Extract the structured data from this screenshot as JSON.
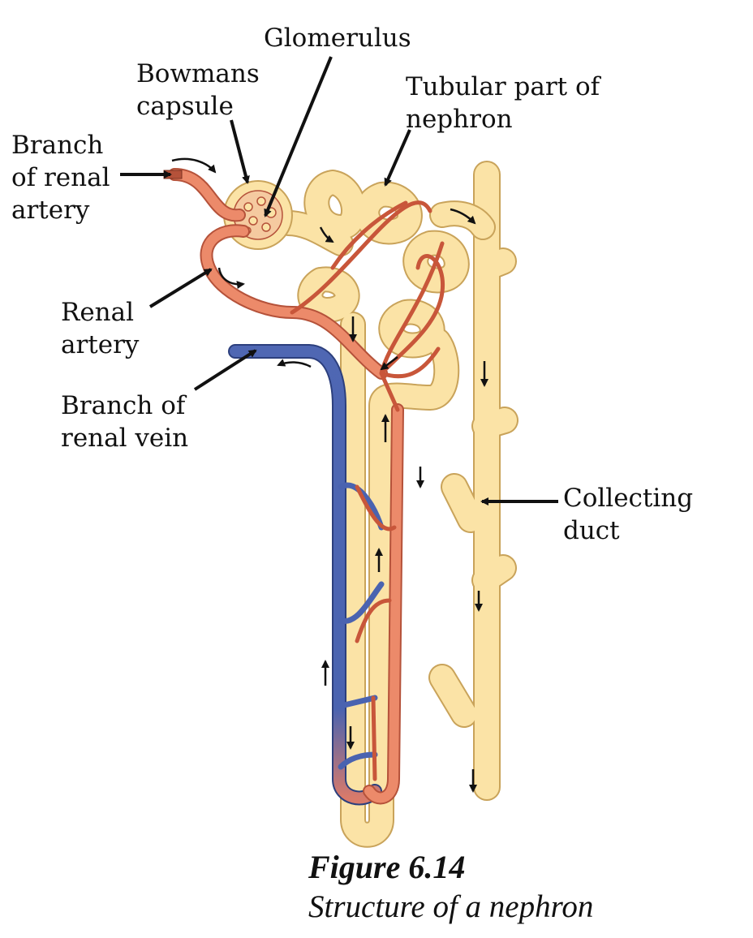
{
  "labels": {
    "glomerulus": "Glomerulus",
    "bowmans_line1": "Bowmans",
    "bowmans_line2": "capsule",
    "tubular_line1": "Tubular part of",
    "tubular_line2": "nephron",
    "branch_artery_line1": "Branch",
    "branch_artery_line2": "of renal",
    "branch_artery_line3": "artery",
    "renal_artery_line1": "Renal",
    "renal_artery_line2": "artery",
    "branch_vein_line1": "Branch of",
    "branch_vein_line2": "renal vein",
    "collecting_line1": "Collecting",
    "collecting_line2": "duct"
  },
  "caption": {
    "figure": "Figure 6.14",
    "title": "Structure of a nephron"
  },
  "colors": {
    "tubule": "#fbe3a6",
    "tubule_outline": "#c9a35a",
    "artery": "#ec8a6a",
    "artery_outline": "#b5523a",
    "vein": "#4a63b0",
    "vein_outline": "#2c3f7d"
  }
}
